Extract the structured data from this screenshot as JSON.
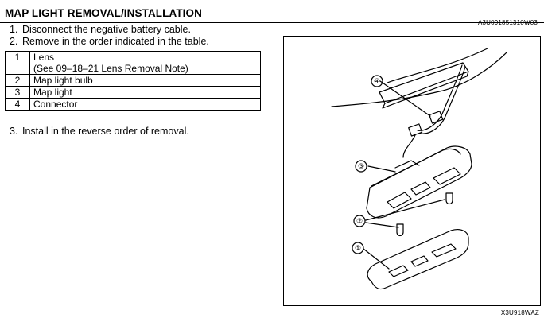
{
  "header": {
    "title": "MAP LIGHT REMOVAL/INSTALLATION",
    "doc_code": "A3U091851310W03"
  },
  "steps": [
    {
      "num": "1.",
      "text": "Disconnect the negative battery cable."
    },
    {
      "num": "2.",
      "text": "Remove in the order indicated in the table."
    },
    {
      "num": "3.",
      "text": "Install in the reverse order of removal."
    }
  ],
  "parts_table": [
    {
      "no": "1",
      "name": "Lens",
      "note": "(See 09–18–21 Lens Removal Note)"
    },
    {
      "no": "2",
      "name": "Map light bulb"
    },
    {
      "no": "3",
      "name": "Map light"
    },
    {
      "no": "4",
      "name": "Connector"
    }
  ],
  "figure": {
    "callouts": [
      "①",
      "②",
      "③",
      "④"
    ],
    "code": "X3U918WAZ"
  }
}
